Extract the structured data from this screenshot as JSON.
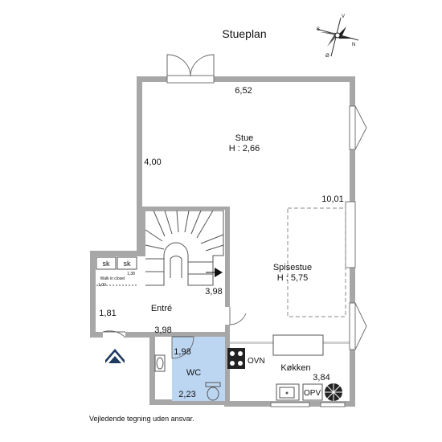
{
  "title": "Stueplan",
  "disclaimer": "Vejledende tegning uden ansvar.",
  "compass": {
    "labels": [
      "V",
      "N",
      "S",
      "Ø"
    ]
  },
  "rooms": {
    "stue": {
      "name": "Stue",
      "height": "H : 2,66"
    },
    "spisestue": {
      "name": "Spisestue",
      "height": "H : 5,75"
    },
    "entre": {
      "name": "Entré"
    },
    "wc": {
      "name": "WC"
    },
    "kokken": {
      "name": "Køkken"
    },
    "walk_in": {
      "name": "Walk in closet"
    }
  },
  "fixtures": {
    "sk1": "sk",
    "sk2": "sk",
    "ovn": "OVN",
    "opv": "OPV"
  },
  "dimensions": {
    "stue_width": "6,52",
    "stue_depth": "4,00",
    "right_depth": "10,01",
    "stair_width": "3,98",
    "entre_width": "3,98",
    "entre_depth": "1,81",
    "closet_a": "1,38",
    "closet_b": "1,00",
    "wc_depth": "1,98",
    "wc_width": "2,23",
    "kitchen_width": "3,84"
  },
  "colors": {
    "wc_fill": "#bcd6f2",
    "wall": "#9a9a9a",
    "entrance_arrow": "#1f3a5f"
  }
}
